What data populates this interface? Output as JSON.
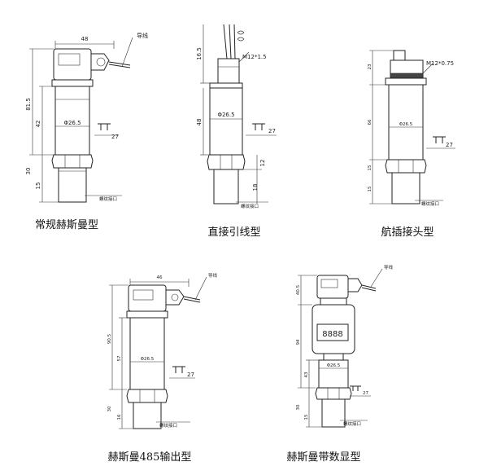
{
  "sensors": [
    {
      "id": "standard-hirschmann",
      "caption": "常规赫斯曼型",
      "dims": {
        "width": "48",
        "total": "81.5",
        "body": "42",
        "diameter": "Φ26.5",
        "wrench": "27",
        "lower": "30",
        "thread": "15"
      },
      "labels": {
        "wire": "导线",
        "port": "螺纹接口"
      }
    },
    {
      "id": "direct-cable",
      "caption": "直接引线型",
      "dims": {
        "cable": "16.5",
        "nut": "M12*1.5",
        "body": "48",
        "diameter": "Φ26.5",
        "wrench": "27",
        "lower": "12",
        "thread": "18"
      },
      "labels": {
        "port": "螺纹接口"
      }
    },
    {
      "id": "aviation-plug",
      "caption": "航插接头型",
      "dims": {
        "plug": "23",
        "nut": "M12*0.75",
        "body": "66",
        "diameter": "Φ26.5",
        "wrench": "27",
        "lower": "15",
        "thread": "15"
      },
      "labels": {
        "port": "螺纹接口"
      }
    },
    {
      "id": "hirschmann-485",
      "caption": "赫斯曼485输出型",
      "dims": {
        "width": "46",
        "total": "90.5",
        "body": "57",
        "diameter": "Φ26.5",
        "wrench": "27",
        "lower": "30",
        "thread": "16"
      },
      "labels": {
        "wire": "导线",
        "port": "螺纹接口"
      }
    },
    {
      "id": "hirschmann-display",
      "caption": "赫斯曼带数显型",
      "dims": {
        "top": "40.5",
        "total": "94",
        "body": "43",
        "diameter": "Φ26.5",
        "wrench": "27",
        "lower": "30",
        "thread": "15"
      },
      "labels": {
        "wire": "导线",
        "display": "8888",
        "port": "螺纹接口"
      }
    }
  ]
}
